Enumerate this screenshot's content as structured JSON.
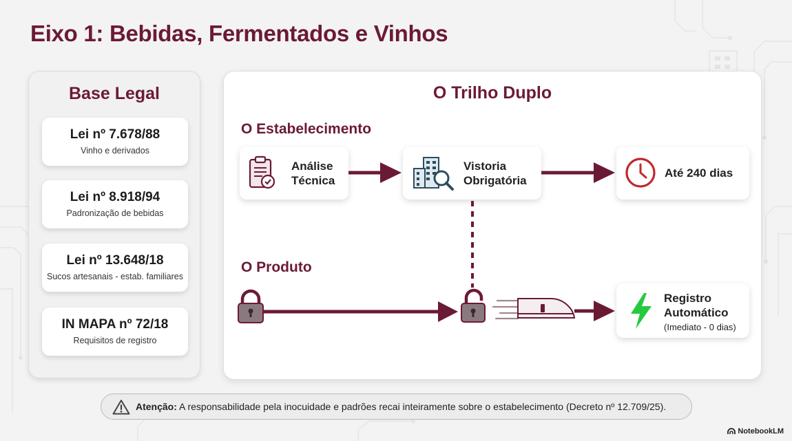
{
  "title": "Eixo 1: Bebidas, Fermentados e Vinhos",
  "base_legal": {
    "title": "Base Legal",
    "items": [
      {
        "name": "Lei nº 7.678/88",
        "desc": "Vinho e derivados"
      },
      {
        "name": "Lei nº 8.918/94",
        "desc": "Padronização de bebidas"
      },
      {
        "name": "Lei nº 13.648/18",
        "desc": "Sucos artesanais - estab. familiares"
      },
      {
        "name": "IN MAPA nº 72/18",
        "desc": "Requisitos de registro"
      }
    ]
  },
  "trilho": {
    "title": "O Trilho Duplo",
    "estabelecimento": {
      "label": "O Estabelecimento",
      "step1_line1": "Análise",
      "step1_line2": "Técnica",
      "step2_line1": "Vistoria",
      "step2_line2": "Obrigatória",
      "step3": "Até 240 dias"
    },
    "produto": {
      "label": "O Produto",
      "result_line1": "Registro",
      "result_line2": "Automático",
      "result_sub": "(Imediato - 0 dias)"
    }
  },
  "warning": {
    "strong": "Atenção:",
    "text": " A responsabilidade pela inocuidade e padrões recai inteiramente sobre o estabelecimento (Decreto nº 12.709/25)."
  },
  "brand": "NotebookLM",
  "colors": {
    "accent": "#6b1a34",
    "alert_red": "#c0282d",
    "bolt_green": "#27c93f"
  },
  "icons": [
    "clipboard-check-icon",
    "building-search-icon",
    "clock-icon",
    "lock-closed-icon",
    "lock-open-icon",
    "train-icon",
    "lightning-icon",
    "warning-icon",
    "notebooklm-logo-icon"
  ]
}
